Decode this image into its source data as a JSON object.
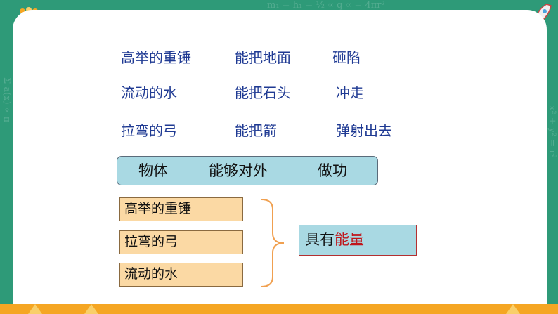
{
  "background": {
    "board_color": "#2e9a78",
    "accent_color": "#f5a623"
  },
  "rows": [
    [
      "高举的重锤",
      "能把地面",
      "砸陷"
    ],
    [
      "流动的水",
      "能把石头",
      "冲走"
    ],
    [
      "拉弯的弓",
      "能把箭",
      "弹射出去"
    ]
  ],
  "concept": {
    "object": "物体",
    "ability": "能够对外",
    "work": "做功"
  },
  "items": [
    "高举的重锤",
    "拉弯的弓",
    "流动的水"
  ],
  "energy": {
    "prefix": "具有",
    "highlight": "能量",
    "highlight_color": "#c0161b"
  },
  "icons": [
    "rocket-icon",
    "brace-icon"
  ]
}
